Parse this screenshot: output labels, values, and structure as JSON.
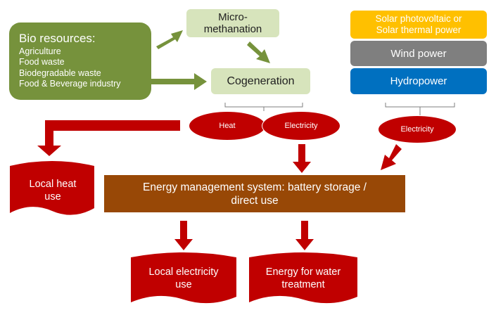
{
  "bio": {
    "title": "Bio resources:",
    "items": [
      "Agriculture",
      "Food waste",
      "Biodegradable waste",
      "Food & Beverage industry"
    ]
  },
  "micro": {
    "line1": "Micro-",
    "line2": "methanation"
  },
  "cogeneration": "Cogeneration",
  "renewables": {
    "solar_line1": "Solar photovoltaic or",
    "solar_line2": "Solar thermal power",
    "wind": "Wind power",
    "hydro": "Hydropower"
  },
  "outputs": {
    "heat": "Heat",
    "electricity": "Electricity",
    "renewable_electricity": "Electricity"
  },
  "ems": {
    "line1": "Energy management system: battery storage /",
    "line2": "direct use"
  },
  "uses": {
    "local_heat_line1": "Local heat",
    "local_heat_line2": "use",
    "local_electricity_line1": "Local electricity",
    "local_electricity_line2": "use",
    "water_line1": "Energy for water",
    "water_line2": "treatment"
  },
  "colors": {
    "bio_green": "#76923c",
    "light_green": "#d7e4bc",
    "solar": "#ffc000",
    "wind": "#7f7f7f",
    "hydro": "#0070c0",
    "ems_brown": "#984806",
    "red": "#c00000"
  }
}
